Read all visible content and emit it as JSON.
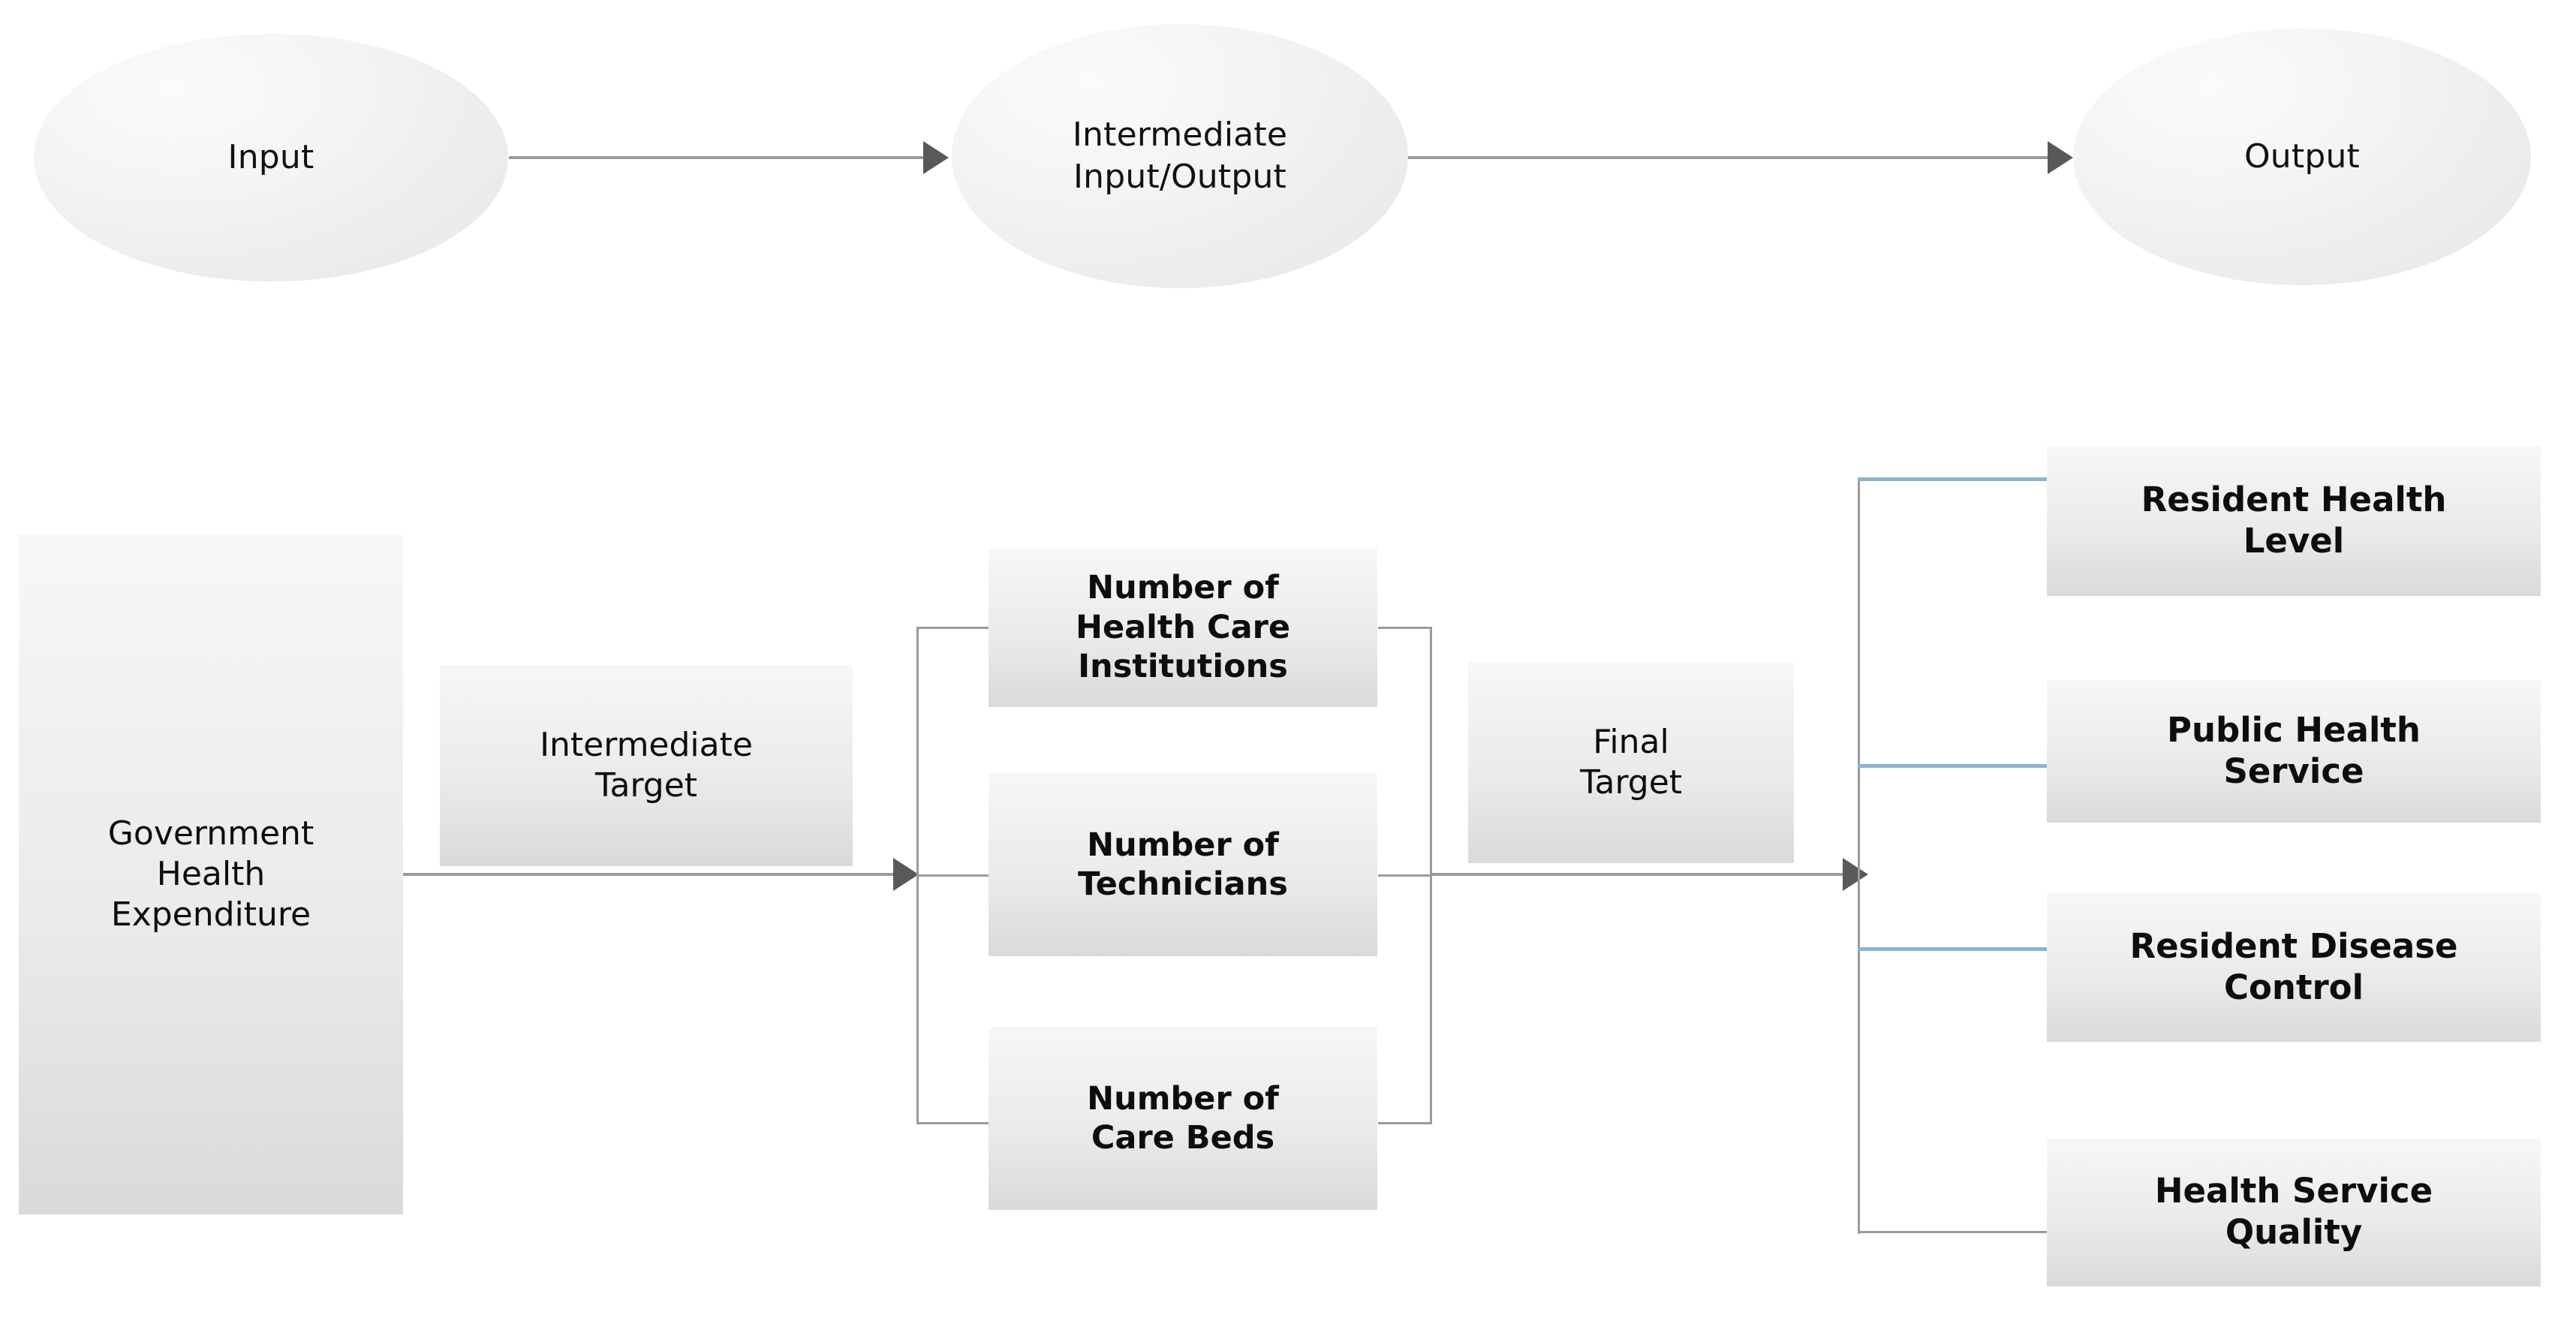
{
  "legend_row": {
    "nodes": [
      {
        "label": "Input"
      },
      {
        "label": "Intermediate\nInput/Output"
      },
      {
        "label": "Output"
      }
    ],
    "connectors": [
      {
        "from": "Input",
        "to": "Intermediate Input/Output"
      },
      {
        "from": "Intermediate Input/Output",
        "to": "Output"
      }
    ]
  },
  "model_row": {
    "input_node": {
      "label": "Government\nHealth\nExpenditure"
    },
    "intermediate_target_node": {
      "label": "Intermediate\nTarget"
    },
    "intermediate_items": [
      {
        "label": "Number of\nHealth Care\nInstitutions"
      },
      {
        "label": "Number of\nTechnicians"
      },
      {
        "label": "Number of\nCare Beds"
      }
    ],
    "final_target_node": {
      "label": "Final\nTarget"
    },
    "output_items": [
      {
        "label": "Resident Health\nLevel"
      },
      {
        "label": "Public Health\nService"
      },
      {
        "label": "Resident Disease\nControl"
      },
      {
        "label": "Health Service\nQuality"
      }
    ]
  },
  "colors": {
    "connector_gray": "#9b9b9b",
    "connector_blue": "#8fb2cd",
    "arrowhead": "#595959",
    "node_fill_top": "#f7f7f7",
    "node_fill_bottom": "#d9dada",
    "text": "#0d0d0d",
    "background": "#ffffff"
  }
}
